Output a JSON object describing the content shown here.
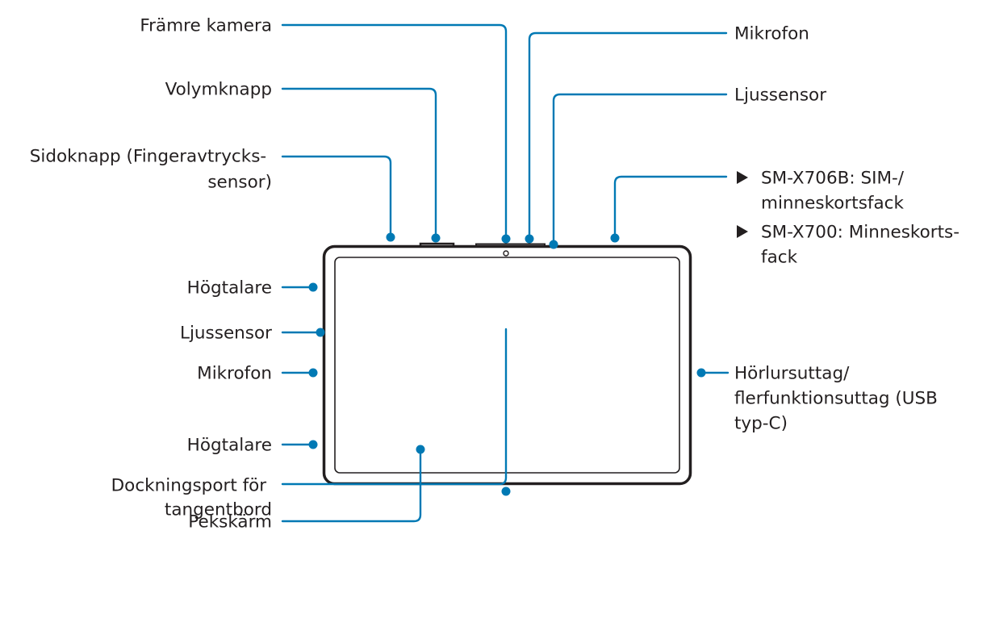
{
  "colors": {
    "leader": "#0079b4",
    "text": "#231f20",
    "device_outline": "#231f20",
    "background": "#ffffff"
  },
  "labels": {
    "front_camera": [
      "Främre kamera"
    ],
    "volume_button": [
      "Volymknapp"
    ],
    "side_button": [
      "Sidoknapp (Fingeravtrycks-",
      "sensor)"
    ],
    "speaker_top": [
      "Högtalare"
    ],
    "light_sensor_left": [
      "Ljussensor"
    ],
    "microphone_left": [
      "Mikrofon"
    ],
    "speaker_bottom": [
      "Högtalare"
    ],
    "touchscreen": [
      "Pekskärm"
    ],
    "docking_port": [
      "Dockningsport för",
      "tangentbord"
    ],
    "microphone_top": [
      "Mikrofon"
    ],
    "light_sensor_top": [
      "Ljussensor"
    ],
    "sim_tray": {
      "bullet_icon": "triangle-right",
      "entries": [
        [
          "SM-X706B: SIM-/",
          "minneskortsfack"
        ],
        [
          "SM-X700: Minneskorts-",
          "fack"
        ]
      ]
    },
    "headset_jack": [
      "Hörlursuttag/",
      "flerfunktionsuttag (USB",
      "typ-C)"
    ]
  }
}
